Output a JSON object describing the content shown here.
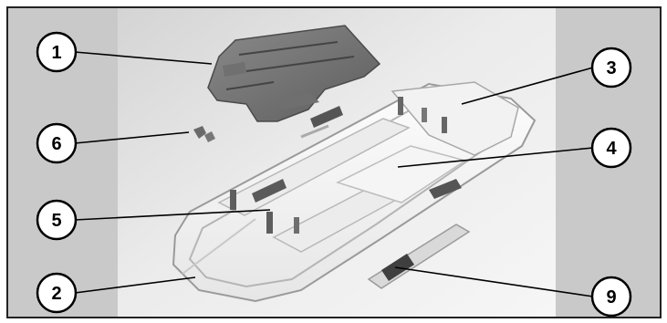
{
  "figure": {
    "callouts": [
      {
        "id": "1",
        "label": "1"
      },
      {
        "id": "2",
        "label": "2"
      },
      {
        "id": "3",
        "label": "3"
      },
      {
        "id": "4",
        "label": "4"
      },
      {
        "id": "5",
        "label": "5"
      },
      {
        "id": "6",
        "label": "6"
      },
      {
        "id": "9",
        "label": "9"
      }
    ]
  }
}
